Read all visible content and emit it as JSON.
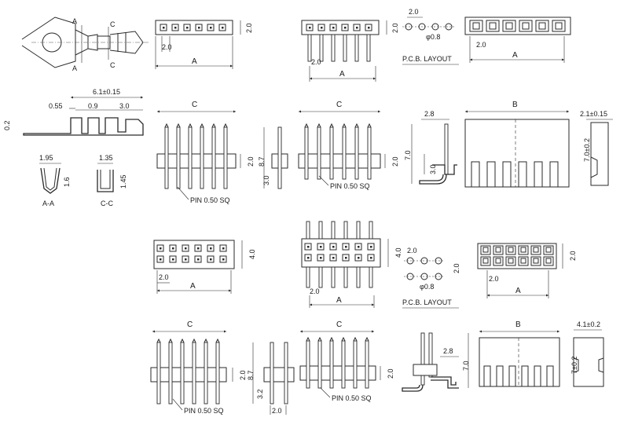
{
  "crimp_terminal": {
    "section_a": "A",
    "section_c": "C",
    "section_a_label": "A-A",
    "section_c_label": "C-C",
    "dim_overall": "6.1±0.15",
    "dim_055": "0.55",
    "dim_09": "0.9",
    "dim_30": "3.0",
    "dim_02": "0.2",
    "dim_195": "1.95",
    "dim_16": "1.6",
    "dim_135": "1.35",
    "dim_145": "1.45"
  },
  "single_row": {
    "pitch": "2.0",
    "dim_a": "A",
    "dim_b": "B",
    "dim_c": "C",
    "pin_note": "PIN 0.50 SQ",
    "pcb_layout": "P.C.B. LAYOUT",
    "hole": "φ0.8",
    "height_87": "8.7",
    "height_30": "3.0",
    "height_70": "7.0",
    "height_28": "2.8",
    "housing_height": "7.0±0.2",
    "housing_width": "2.1±0.15"
  },
  "dual_row": {
    "pitch": "2.0",
    "row_pitch": "4.0",
    "dim_a": "A",
    "dim_b": "B",
    "dim_c": "C",
    "pin_note": "PIN 0.50 SQ",
    "pcb_layout": "P.C.B. LAYOUT",
    "hole": "φ0.8",
    "height_87": "8.7",
    "height_32": "3.2",
    "height_70": "7.0",
    "height_28": "2.8",
    "housing_height": "7±0.2",
    "housing_width": "4.1±0.2"
  }
}
